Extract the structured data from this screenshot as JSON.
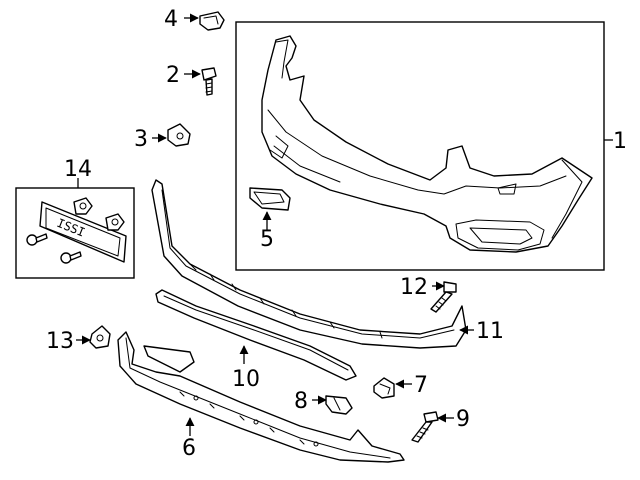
{
  "callouts": {
    "c1": "1",
    "c2": "2",
    "c3": "3",
    "c4": "4",
    "c5": "5",
    "c6": "6",
    "c7": "7",
    "c8": "8",
    "c9": "9",
    "c10": "10",
    "c11": "11",
    "c12": "12",
    "c13": "13",
    "c14": "14"
  },
  "plate_text": "ISSI",
  "colors": {
    "line": "#000000",
    "background": "#ffffff"
  }
}
